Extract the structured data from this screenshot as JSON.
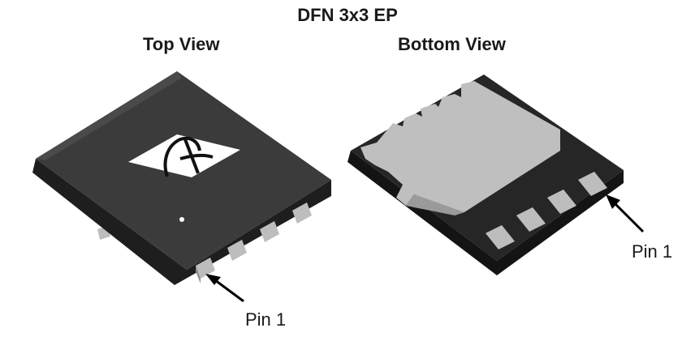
{
  "title": "DFN 3x3 EP",
  "views": {
    "top": {
      "label": "Top View",
      "pin_label": "Pin 1"
    },
    "bottom": {
      "label": "Bottom View",
      "pin_label": "Pin 1"
    }
  },
  "colors": {
    "body_top": "#3a3a3a",
    "body_side": "#1e1e1e",
    "body_dark": "#141414",
    "pad": "#bdbdbd",
    "pad_shadow": "#8c8c8c",
    "logo_bg": "#ffffff",
    "arrow": "#000000"
  },
  "icons": [
    "logo-icon",
    "arrow-icon"
  ]
}
